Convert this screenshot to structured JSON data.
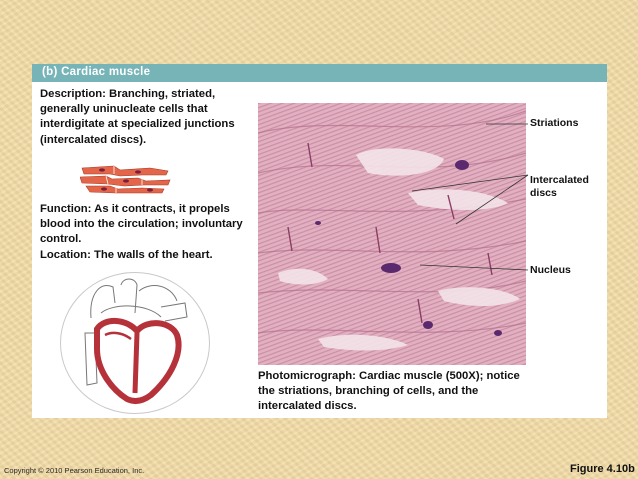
{
  "header": {
    "title": "(b)  Cardiac muscle"
  },
  "description": {
    "label": "Description:",
    "text": " Branching, striated, generally uninucleate cells that interdigitate at specialized junctions (intercalated discs)."
  },
  "function": {
    "label": "Function:",
    "text": " As it contracts, it propels blood into the circulation; involuntary control."
  },
  "location": {
    "label": "Location:",
    "text": " The walls of the heart."
  },
  "callouts": {
    "striations": "Striations",
    "intercalated": "Intercalated discs",
    "nucleus": "Nucleus"
  },
  "caption": {
    "label": "Photomicrograph:",
    "text": " Cardiac muscle (500X); notice the striations, branching of cells, and the intercalated discs."
  },
  "footer": {
    "copyright": "Copyright © 2010 Pearson Education, Inc.",
    "figure": "Figure 4.10b"
  },
  "colors": {
    "header": "#77b4b7",
    "background": "#efd9a4",
    "tissue": "#e6b7c7",
    "cell_illustration": "#e4664a",
    "heart_muscle": "#b5323a"
  }
}
